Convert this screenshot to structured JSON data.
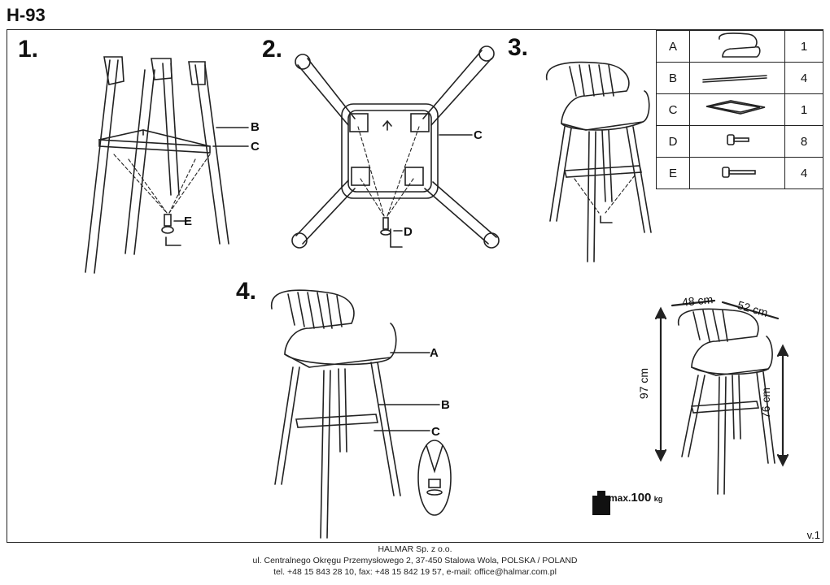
{
  "header": {
    "title": "H-93",
    "version": "v.1"
  },
  "steps": [
    "1.",
    "2.",
    "3.",
    "4."
  ],
  "callouts": {
    "step1": [
      "B",
      "C",
      "E"
    ],
    "step2": [
      "C",
      "D"
    ],
    "step4": [
      "A",
      "B",
      "C"
    ]
  },
  "parts": [
    {
      "key": "A",
      "qty": "1",
      "icon": "seat-icon"
    },
    {
      "key": "B",
      "qty": "4",
      "icon": "leg-icon"
    },
    {
      "key": "C",
      "qty": "1",
      "icon": "footrest-frame-icon"
    },
    {
      "key": "D",
      "qty": "8",
      "icon": "short-bolt-icon"
    },
    {
      "key": "E",
      "qty": "4",
      "icon": "long-bolt-icon"
    }
  ],
  "dimensions": {
    "width": "48 cm",
    "depth": "52 cm",
    "height": "97 cm",
    "seat_height": "76 cm"
  },
  "max_load": {
    "prefix": "max.",
    "value": "100",
    "unit": "kg"
  },
  "footer": {
    "company": "HALMAR Sp. z o.o.",
    "address": "ul. Centralnego Okręgu Przemysłowego 2, 37-450 Stalowa Wola, POLSKA / POLAND",
    "contact": "tel. +48 15 843 28 10, fax: +48 15 842 19 57, e-mail: office@halmar.com.pl"
  }
}
